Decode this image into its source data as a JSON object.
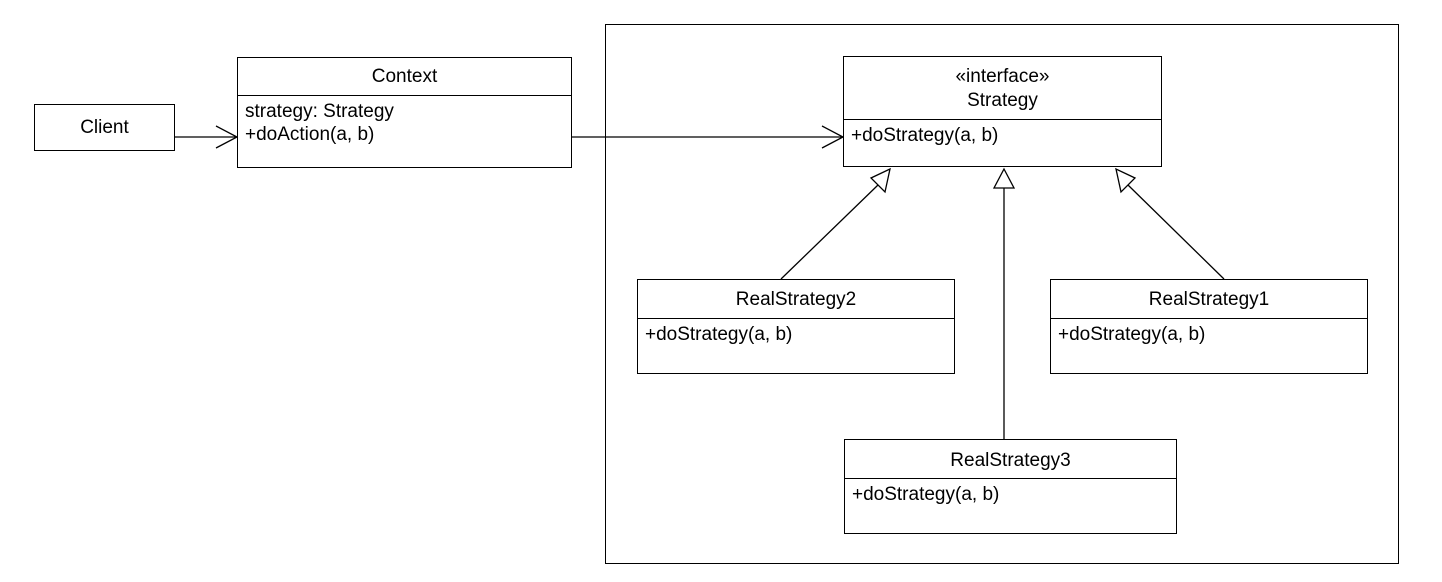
{
  "client": {
    "name": "Client"
  },
  "context": {
    "name": "Context",
    "members": [
      "strategy: Strategy",
      "+doAction(a, b)"
    ]
  },
  "strategy": {
    "stereotype": "«interface»",
    "name": "Strategy",
    "members": [
      "+doStrategy(a, b)"
    ]
  },
  "real_strategy_2": {
    "name": "RealStrategy2",
    "members": [
      "+doStrategy(a, b)"
    ]
  },
  "real_strategy_1": {
    "name": "RealStrategy1",
    "members": [
      "+doStrategy(a, b)"
    ]
  },
  "real_strategy_3": {
    "name": "RealStrategy3",
    "members": [
      "+doStrategy(a, b)"
    ]
  },
  "relationships": [
    {
      "from": "Client",
      "to": "Context",
      "kind": "association"
    },
    {
      "from": "Context",
      "to": "Strategy",
      "kind": "association"
    },
    {
      "from": "RealStrategy2",
      "to": "Strategy",
      "kind": "realization"
    },
    {
      "from": "RealStrategy3",
      "to": "Strategy",
      "kind": "realization"
    },
    {
      "from": "RealStrategy1",
      "to": "Strategy",
      "kind": "realization"
    }
  ]
}
